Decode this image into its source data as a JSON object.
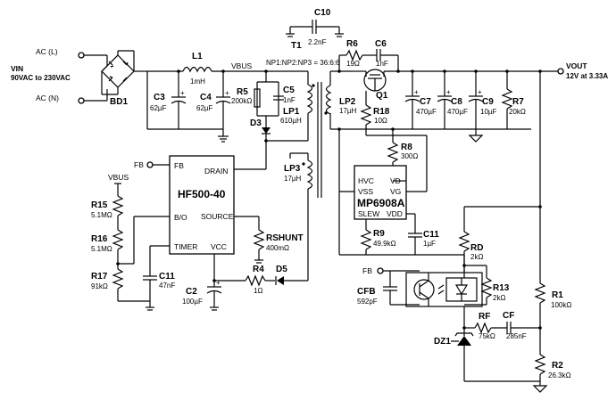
{
  "sources": {
    "ac_l": "AC (L)",
    "ac_n": "AC (N)",
    "vin_label": "VIN",
    "vin_range": "90VAC to 230VAC"
  },
  "output": {
    "vout_label": "VOUT",
    "vout_value": "12V at 3.33A"
  },
  "transformer": {
    "ref": "T1",
    "ratio": "NP1:NP2:NP3 = 36:6:6",
    "lp1": "LP1",
    "lp1_val": "610µH",
    "lp2": "LP2",
    "lp2_val": "17µH",
    "lp3": "LP3",
    "lp3_val": "17µH"
  },
  "net": {
    "vbus": "VBUS",
    "vbus2": "VBUS"
  },
  "components": {
    "bd1": "BD1",
    "l1": "L1",
    "l1_val": "1mH",
    "c3": "C3",
    "c3_val": "62µF",
    "c4": "C4",
    "c4_val": "62µF",
    "r5": "R5",
    "r5_val": "200kΩ",
    "c5": "C5",
    "c5_val": "1nF",
    "d3": "D3",
    "c10": "C10",
    "c10_val": "2.2nF",
    "r6": "R6",
    "r6_val": "19Ω",
    "c6": "C6",
    "c6_val": "1nF",
    "q1": "Q1",
    "r18": "R18",
    "r18_val": "10Ω",
    "c7": "C7",
    "c7_val": "470µF",
    "c8": "C8",
    "c8_val": "470µF",
    "c9": "C9",
    "c9_val": "10µF",
    "r7": "R7",
    "r7_val": "20kΩ",
    "r8": "R8",
    "r8_val": "300Ω",
    "r9": "R9",
    "r9_val": "49.9kΩ",
    "c11b": "C11",
    "c11b_val": "1µF",
    "r15": "R15",
    "r15_val": "5.1MΩ",
    "r16": "R16",
    "r16_val": "5.1MΩ",
    "r17": "R17",
    "r17_val": "91kΩ",
    "c11": "C11",
    "c11_val": "47nF",
    "rshunt": "RSHUNT",
    "rshunt_val": "400mΩ",
    "c2": "C2",
    "c2_val": "100µF",
    "r4": "R4",
    "r4_val": "1Ω",
    "d5": "D5",
    "rd": "RD",
    "rd_val": "2kΩ",
    "r13": "R13",
    "r13_val": "2kΩ",
    "r1": "R1",
    "r1_val": "100kΩ",
    "rf": "RF",
    "rf_val": "75kΩ",
    "cf": "CF",
    "cf_val": "285nF",
    "r2": "R2",
    "r2_val": "26.3kΩ",
    "cfb": "CFB",
    "cfb_val": "592pF",
    "dz1": "DZ1",
    "fb1": "FB",
    "fb2": "FB"
  },
  "ic_hf": {
    "name": "HF500-40",
    "pins": {
      "fb": "FB",
      "drain": "DRAIN",
      "bo": "B/O",
      "source": "SOURCE",
      "timer": "TIMER",
      "vcc": "VCC"
    }
  },
  "ic_mp": {
    "name": "MP6908A",
    "pins": {
      "hvc": "HVC",
      "vd": "VD",
      "vss": "VSS",
      "vg": "VG",
      "slew": "SLEW",
      "vdd": "VDD"
    }
  }
}
